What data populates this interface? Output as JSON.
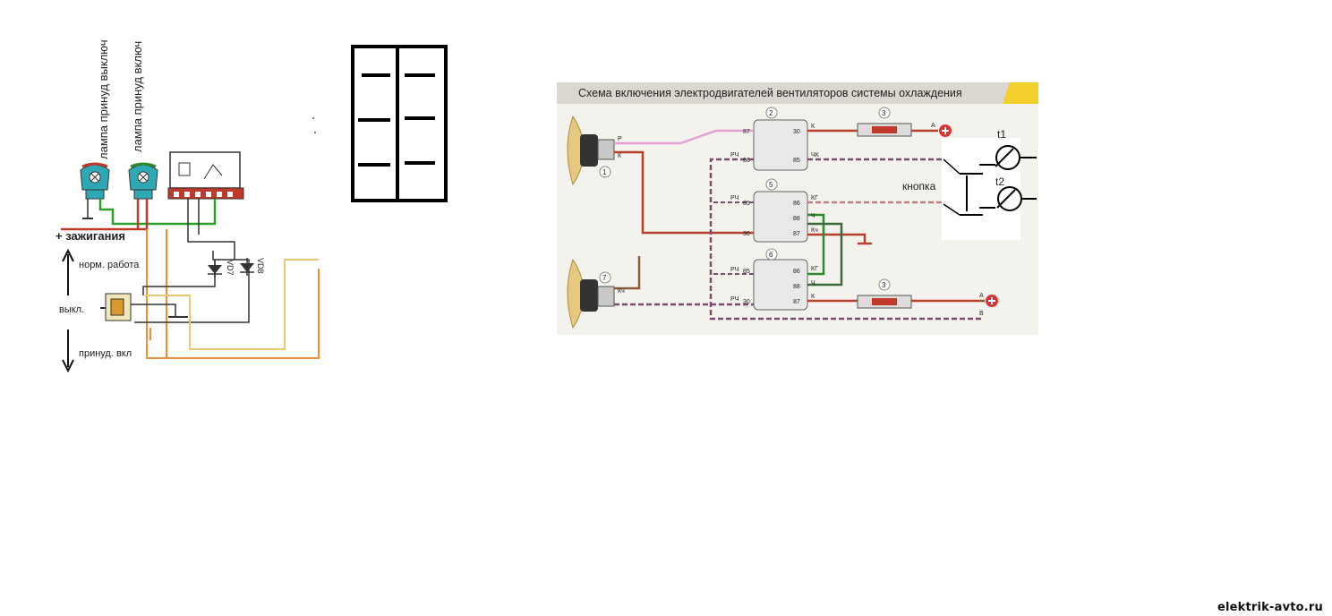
{
  "left_schematic": {
    "lamp_off_label": "лампа принуд выключ",
    "lamp_on_label": "лампа принуд включ",
    "ignition_label": "+ зажигания",
    "normal_mode_label": "норм. работа",
    "off_label": "выкл.",
    "forced_on_label": "принуд. вкл",
    "diode_1_label": "VD7",
    "diode_2_label": "VD8"
  },
  "right_schematic": {
    "title": "Схема включения электродвигателей вентиляторов системы охлаждения",
    "button_label": "кнопка",
    "sensor_1_label": "t1",
    "sensor_2_label": "t2",
    "component_numbers": [
      "1",
      "2",
      "3",
      "5",
      "6",
      "3",
      "7"
    ],
    "relay_2_pins": [
      "87",
      "86",
      "30",
      "85"
    ],
    "relay_5_pins": [
      "85",
      "30",
      "86",
      "88",
      "87"
    ],
    "relay_6_pins": [
      "85",
      "30",
      "86",
      "88",
      "87"
    ],
    "wire_labels": [
      "Р",
      "К",
      "К",
      "РЧ",
      "ЧК",
      "РЧ",
      "КГ",
      "Ч",
      "Кч",
      "РЧ",
      "КГ",
      "Ч",
      "РЧ",
      "К",
      "Кч"
    ],
    "terminal_labels": [
      "А",
      "А",
      "В"
    ]
  },
  "watermark": "elektrik-avto.ru",
  "colors": {
    "wire_red": "#b5402c",
    "wire_pink": "#e2a0d6",
    "wire_green": "#2c8a2c",
    "wire_orange": "#e8913a",
    "wire_yellow": "#e8c870",
    "background_panel": "#f4f2ec",
    "title_bar": "#d9d7d0",
    "accent_yellow": "#f2cf2a"
  }
}
